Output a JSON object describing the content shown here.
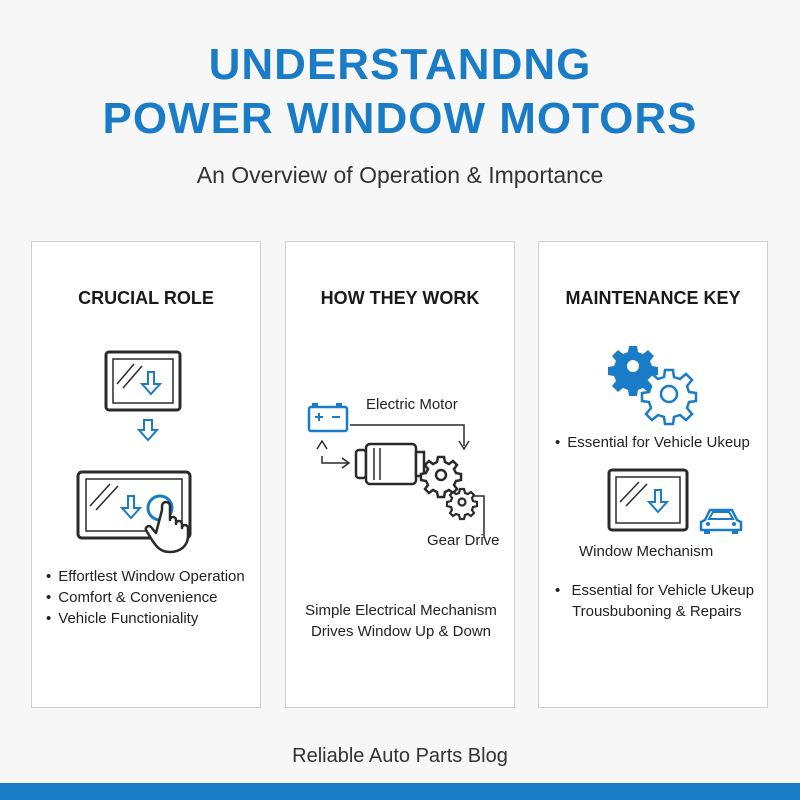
{
  "header": {
    "title_line1": "UNDERSTANDNG",
    "title_line2": "POWER WINDOW MOTORS",
    "subtitle": "An Overview of Operation & Importance"
  },
  "cards": {
    "crucial_role": {
      "heading": "CRUCIAL ROLE",
      "bullets": [
        "Effortlest Window Operation",
        "Comfort & Convenience",
        "Vehicle Functioniality"
      ]
    },
    "how_they_work": {
      "heading": "HOW THEY WORK",
      "electric_motor_label": "Electric Motor",
      "gear_drive_label": "Gear Drive",
      "description_line1": "Simple Electrical Mechanism",
      "description_line2": "Drives Window Up & Down"
    },
    "maintenance_key": {
      "heading": "MAINTENANCE KEY",
      "bullet_top": "Essential for Vehicle Ukeup",
      "window_mechanism_label": "Window Mechanism",
      "bullet_bottom_line1": "Essential for Vehicle Ukeup",
      "bullet_bottom_line2": "Trousbuboning & Repairs"
    }
  },
  "footer": {
    "text": "Reliable Auto Parts Blog"
  },
  "colors": {
    "accent": "#1a7cc7",
    "card_border": "#cfcfcf",
    "icon_dark": "#2a2a2a"
  },
  "icons": [
    "window-down-icon",
    "arrow-down-icon",
    "touch-window-icon",
    "battery-icon",
    "motor-icon",
    "gear-icon",
    "gears-icon",
    "car-icon"
  ]
}
